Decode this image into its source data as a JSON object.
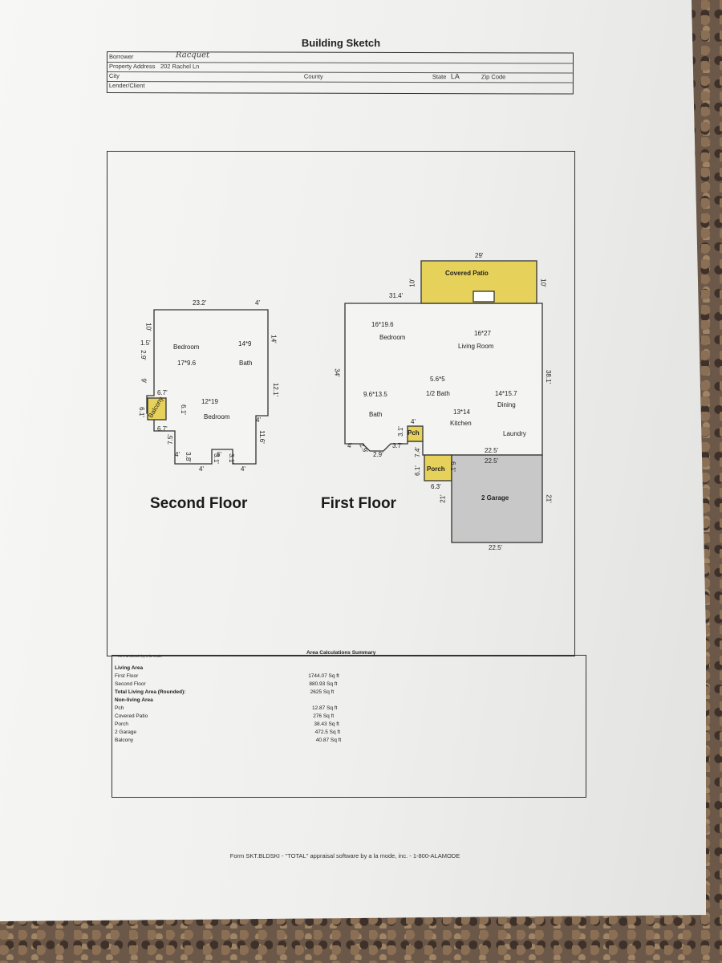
{
  "title": "Building Sketch",
  "header": {
    "borrower_label": "Borrower",
    "borrower_value": "Racquet",
    "address_label": "Property Address",
    "address_value": "202 Rachel Ln",
    "city_label": "City",
    "county_label": "County",
    "state_label": "State",
    "state_value": "LA",
    "zip_label": "Zip Code",
    "lender_label": "Lender/Client"
  },
  "second_floor": {
    "caption": "Second Floor",
    "dims": {
      "top": "23.2'",
      "top_right": "4'",
      "left_top": "10'",
      "left_a": "1.5'",
      "left_b": "2.9'",
      "left_c": "9'",
      "notch_top": "6.7'",
      "notch_side": "6.1'",
      "notch_bottom": "6.7'",
      "inner_v": "6.1'",
      "right_a": "14'",
      "right_b": "12.1'",
      "right_c": "4'",
      "right_d": "11.6'",
      "low_left": "7.5'",
      "bot_a": "4'",
      "bot_b": "3.8'",
      "bot_c": "4'",
      "bot_d": "6'",
      "bot_e": "3.1'",
      "bot_f": "3.1'",
      "bot_g": "4'"
    },
    "rooms": {
      "bedroom1": "Bedroom",
      "bedroom1_size": "17*9.6",
      "bath_size": "14*9",
      "bath": "Bath",
      "bedroom2_size": "12*19",
      "bedroom2": "Bedroom",
      "balcony": "Balcony"
    }
  },
  "first_floor": {
    "caption": "First Floor",
    "covered_patio": "Covered Patio",
    "pch": "Pch",
    "porch": "Porch",
    "garage": "2 Garage",
    "dims": {
      "patio_top": "29'",
      "patio_left": "10'",
      "patio_right": "10'",
      "top": "31.4'",
      "left": "34'",
      "right": "38.1'",
      "bot_a": "4'",
      "bot_b": "2.9'",
      "bot_c": "2.9'",
      "bot_d": "3.7'",
      "pch_v": "3.1'",
      "pch_top": "4'",
      "porch_left": "6.1'",
      "porch_v2": "7.4'",
      "porch_right": "6.1'",
      "porch_bottom": "6.3'",
      "garage_top1": "22.5'",
      "garage_top2": "22.5'",
      "garage_left": "21'",
      "garage_right": "21'",
      "garage_bottom": "22.5'"
    },
    "rooms": {
      "bedroom_size": "16*19.6",
      "bedroom": "Bedroom",
      "living_size": "16*27",
      "living": "Living Room",
      "halfbath_size": "5.6*5",
      "halfbath": "1/2 Bath",
      "bath_size": "9.6*13.5",
      "bath": "Bath",
      "dining_size": "14*15.7",
      "dining": "Dining",
      "kitchen_size": "13*14",
      "kitchen": "Kitchen",
      "laundry": "Laundry"
    }
  },
  "software_note": "TOTAL Sketch by a la mode",
  "area_summary": {
    "heading": "Area Calculations Summary",
    "rows": [
      {
        "label": "Living Area",
        "value": "",
        "bold": true
      },
      {
        "label": "First Floor",
        "value": "1744.07 Sq ft",
        "bold": false
      },
      {
        "label": "Second Floor",
        "value": "880.93 Sq ft",
        "bold": false
      },
      {
        "label": "Total Living Area (Rounded):",
        "value": "2625 Sq ft",
        "bold": true
      },
      {
        "label": "Non-living Area",
        "value": "",
        "bold": true
      },
      {
        "label": "Pch",
        "value": "12.87 Sq ft",
        "bold": false
      },
      {
        "label": "Covered Patio",
        "value": "276 Sq ft",
        "bold": false
      },
      {
        "label": "Porch",
        "value": "38.43 Sq ft",
        "bold": false
      },
      {
        "label": "2 Garage",
        "value": "472.5 Sq ft",
        "bold": false
      },
      {
        "label": "Balcony",
        "value": "40.87 Sq ft",
        "bold": false
      }
    ]
  },
  "footer": "Form SKT.BLDSKI - \"TOTAL\" appraisal software by a la mode, inc. - 1-800-ALAMODE",
  "colors": {
    "patio_fill": "#e6d15a",
    "garage_fill": "#c8c8c8",
    "line": "#333333"
  }
}
